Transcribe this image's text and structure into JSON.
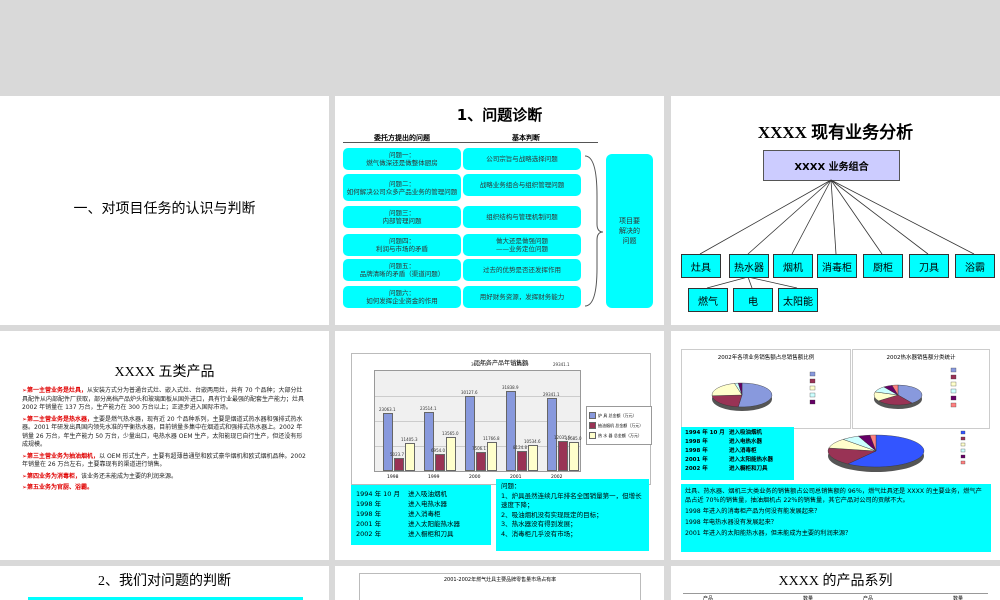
{
  "slide1": {
    "title": "一、对项目任务的认识与判断"
  },
  "slide2": {
    "title": "1、问题诊断",
    "col_left": "委托方提出的问题",
    "col_right": "基本判断",
    "left_items": [
      "问题一：\n燃气做深还是做整体厨房",
      "问题二：\n如何解决公司众多产品业务的管理问题",
      "问题三：\n内部管理问题",
      "问题四：\n利润与市场的矛盾",
      "问题五：\n品牌清晰的矛盾（渠道问题）",
      "问题六：\n如何发挥企业资金的作用"
    ],
    "right_items": [
      "公司宗旨与战略选择问题",
      "战略业务组合与组织管理问题",
      "组织结构与管理机制问题",
      "做大还是做强问题\n——业务定位问题",
      "过去的优势是否还发挥作用",
      "用好财务资源，发挥财务能力"
    ],
    "summary": "项目要\n解决的\n问题"
  },
  "slide3": {
    "title": "XXXX 现有业务分析",
    "root": "XXXX 业务组合",
    "row1": [
      "灶具",
      "热水器",
      "烟机",
      "消毒柜",
      "厨柜",
      "刀具",
      "浴霸"
    ],
    "row2": [
      "燃气",
      "电",
      "太阳能"
    ]
  },
  "slide4": {
    "title": "XXXX 五类产品",
    "paras": [
      {
        "head": "第一主营业务是灶具，",
        "body": "从安装方式分为普通台式灶、嵌入式灶、台嵌两用灶，共有 70 个品种；大部分灶具配件从内部配件厂获取，部分高档产品炉头和玻璃面板从国外进口，具有行业最强的配套生产能力；灶具 2002 年销量在 137 万台，生产能力在 300 万台以上；正逐步进入国际市场。"
      },
      {
        "head": "第二主营业务是热水器，",
        "body": "主要是燃气热水器，现有近 20 个品种系列，主要是烟道式热水器和强排式热水器。2001 年研发出具国内领先水准的平衡热水器，目前销量多集中在烟道式和强排式热水器上。2002 年销量 26 万台，年生产能力 50 万台，少量出口，电热水器 OEM 生产，太阳能现已自行生产，但还没有形成规模。"
      },
      {
        "head": "第三主营业务为抽油烟机，",
        "body": "以 OEM 形式生产，主要有超薄普通型和欧式豪华烟机和欧式烟机品种。2002 年销量在 26 万台左右，主要靠现有的渠道进行销售。"
      },
      {
        "head": "第四业务为消毒柜，",
        "body": "该业务还未能成为主要的利润来源。"
      },
      {
        "head": "第五业务为官厨、浴霸。",
        "body": ""
      }
    ]
  },
  "slide5": {
    "chart_title": "历年各产品年销售额",
    "series_names": [
      "炉 具 总金额（万元）",
      "抽油烟机 总金额（万元）",
      "热 水 器 总金额（万元）"
    ],
    "series_colors": [
      "#8899dd",
      "#993355",
      "#ffffcc"
    ],
    "categories": [
      "1998",
      "1999",
      "2000",
      "2001",
      "2002"
    ],
    "top_labels": [
      "",
      "",
      "30127.6",
      "31838.9",
      "29341.1"
    ],
    "series_values": [
      [
        23063.1,
        23514.1,
        30127.6,
        31838.9,
        29341.1
      ],
      [
        5023.7,
        6954.0,
        7506.1,
        8124.8,
        12035.9
      ],
      [
        11405.3,
        13565.0,
        11766.8,
        10534.6,
        11685.0
      ]
    ],
    "bar_labels": [
      [
        "23063.1",
        "23514.1",
        "30127.6",
        "31838.9",
        "29341.1"
      ],
      [
        "5023.7",
        "6954.0",
        "7506.1",
        "8124.8",
        "12035.9"
      ],
      [
        "11405.3",
        "13565.0",
        "11766.8",
        "10534.6",
        "11685.0"
      ]
    ],
    "timeline": [
      [
        "1994 年 10 月",
        "进入吸油烟机"
      ],
      [
        "1998 年",
        "进入电热水器"
      ],
      [
        "1998 年",
        "进入消毒柜"
      ],
      [
        "2001 年",
        "进入太阳能热水器"
      ],
      [
        "2002 年",
        "进入橱柜和刀具"
      ]
    ],
    "issues_title": "问题：",
    "issues": [
      "1、炉具虽然连续几年排名全国销量第一，但增长速度下降；",
      "2、吸油烟机没有实现既定的目标；",
      "3、热水器没有得到发展；",
      "4、消毒柜几乎没有市场；"
    ]
  },
  "slide6": {
    "chart1_title": "2002年各项业务销售额占总销售额比例",
    "chart2_title": "2002热水器销售额分类统计",
    "timeline": [
      [
        "1994 年 10 月",
        "进入吸油烟机"
      ],
      [
        "1998 年",
        "进入电热水器"
      ],
      [
        "1998 年",
        "进入消毒柜"
      ],
      [
        "2001 年",
        "进入太阳能热水器"
      ],
      [
        "2002 年",
        "进入橱柜和刀具"
      ]
    ],
    "pie1_colors": [
      "#8899dd",
      "#993355",
      "#ffffcc",
      "#ccffff",
      "#660066"
    ],
    "pie2_colors": [
      "#8899dd",
      "#993355",
      "#ffffcc",
      "#ccffff",
      "#660066",
      "#ff8080"
    ],
    "notes": [
      "灶具、热水器、烟机三大类业务的销售额占公司总销售额的 96％，燃气灶具还是 XXXX 的主要业务，燃气产品占近 70％的销售量，抽油烟机占 22％的销售量，其它产品对公司的贡献不大。",
      "1998 年进入的消毒柜产品为何没有能发展起来？",
      "1998 年电热水器没有发展起来？",
      "2001 年进入的太阳能热水器，但未能成为主要的利润来源？"
    ]
  },
  "slide7": {
    "title": "2、我们对问题的判断"
  },
  "slide8": {
    "chart_title": "2001-2002年燃气灶具主要品牌零售量市场占有率"
  },
  "slide9": {
    "title": "XXXX 的产品系列",
    "col1": "产品",
    "col2": "数量",
    "col3": "产品",
    "col4": "数量"
  }
}
